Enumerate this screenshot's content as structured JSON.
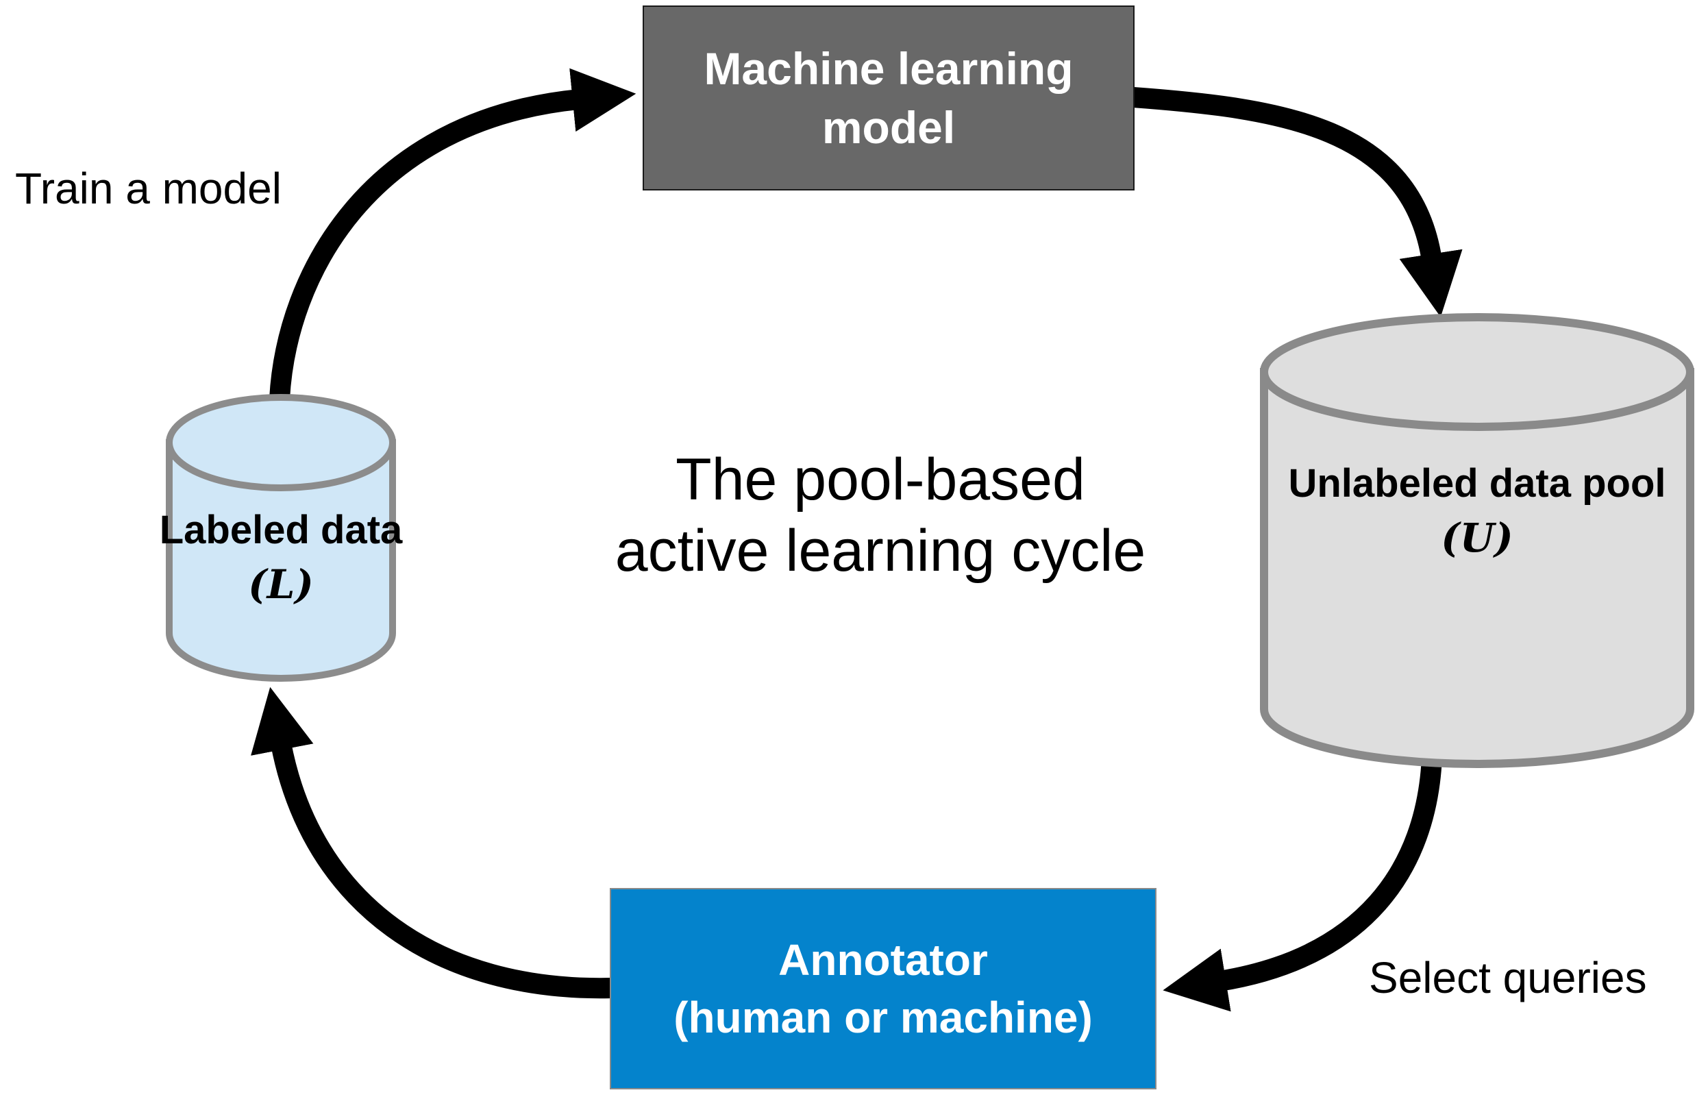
{
  "diagram": {
    "caption": {
      "line1": "The pool-based",
      "line2": "active learning cycle"
    },
    "nodes": {
      "model": {
        "line1": "Machine learning",
        "line2": "model",
        "bg": "#686868",
        "text_color": "#ffffff"
      },
      "labeled_data": {
        "line1": "Labeled",
        "line2": "data",
        "symbol": "(L)",
        "fill": "#d0e7f7"
      },
      "unlabeled_pool": {
        "line1": "Unlabeled",
        "line2": "data pool",
        "symbol": "(U)",
        "fill": "#dedede"
      },
      "annotator": {
        "line1": "Annotator",
        "line2": "(human or machine)",
        "bg": "#0483cc",
        "text_color": "#ffffff"
      }
    },
    "edge_labels": {
      "train": "Train a model",
      "select": "Select queries"
    },
    "arrow_color": "#000000",
    "background": "#ffffff"
  }
}
